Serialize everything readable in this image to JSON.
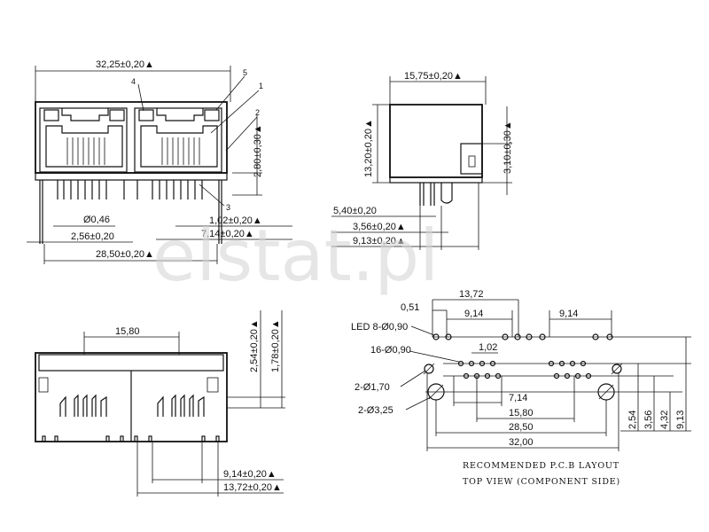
{
  "watermark": "elstat.pl",
  "front_view": {
    "width_dim": "32,25±0,20▲",
    "pitch_dim": "28,50±0,20▲",
    "pin_dia": "Ø0,46",
    "row_pitch": "2,56±0,20",
    "pin_spacing": "1,02±0,20▲",
    "offset_dim": "7,14±0,20▲",
    "height_dim": "2,80±0,30▲",
    "callouts": [
      "4",
      "5",
      "1",
      "2",
      "3"
    ]
  },
  "side_view": {
    "depth_dim": "15,75±0,20▲",
    "height_dim": "13,20±0,20▲",
    "led_dim": "3,10±0,30▲",
    "d1": "5,40±0,20",
    "d2": "3,56±0,20▲",
    "d3": "9,13±0,20▲"
  },
  "bottom_view": {
    "top_dim": "15,80",
    "v1": "2,54±0,20▲",
    "v2": "1,78±0,20▲",
    "d1": "9,14±0,20▲",
    "d2": "13,72±0,20▲"
  },
  "pcb_layout": {
    "d_13_72": "13,72",
    "d_0_51": "0,51",
    "d_9_14_a": "9,14",
    "d_9_14_b": "9,14",
    "led": "LED 8-Ø0,90",
    "pins": "16-Ø0,90",
    "d_1_02": "1,02",
    "hole_a": "2-Ø1,70",
    "hole_b": "2-Ø3,25",
    "d_7_14": "7,14",
    "d_15_80": "15,80",
    "d_28_50": "28,50",
    "d_32_00": "32,00",
    "v_2_54": "2,54",
    "v_3_56": "3,56",
    "v_4_32": "4,32",
    "v_9_13": "9,13",
    "caption1": "RECOMMENDED P.C.B LAYOUT",
    "caption2": "TOP VIEW (COMPONENT SIDE)"
  }
}
